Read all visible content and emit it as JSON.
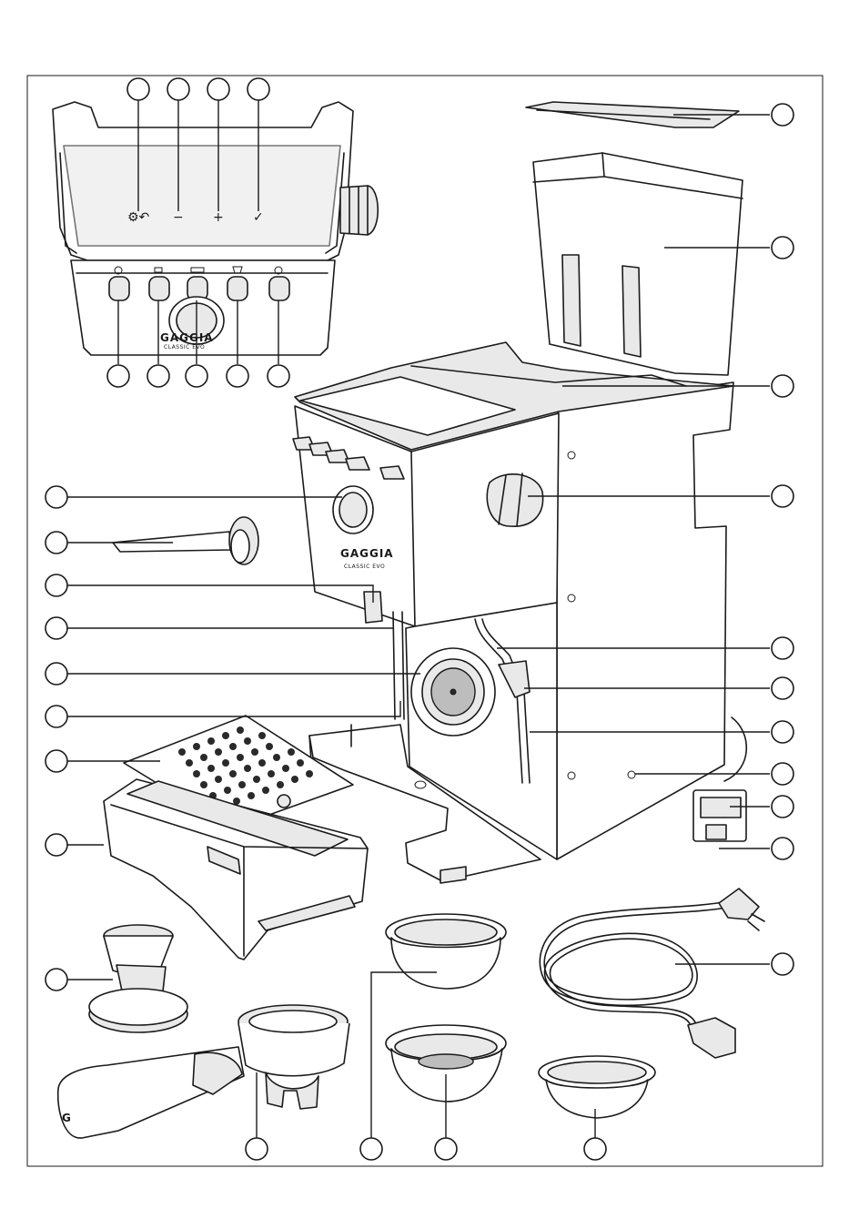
{
  "panel_symbols": {
    "menu_back": "⚙↶",
    "minus": "−",
    "plus": "+",
    "confirm": "✓"
  },
  "brand": {
    "logo_top": "GAGGIA",
    "logo_sub": "CLASSIC EVO",
    "logo_mid": "GAGGIA",
    "logo_mid_sub": "CLASSIC EVO"
  },
  "filter_holder_letter": "G",
  "colors": {
    "line": "#1a1a1a",
    "light_fill": "#e9e9e9",
    "mid_fill": "#bdbdbd"
  }
}
